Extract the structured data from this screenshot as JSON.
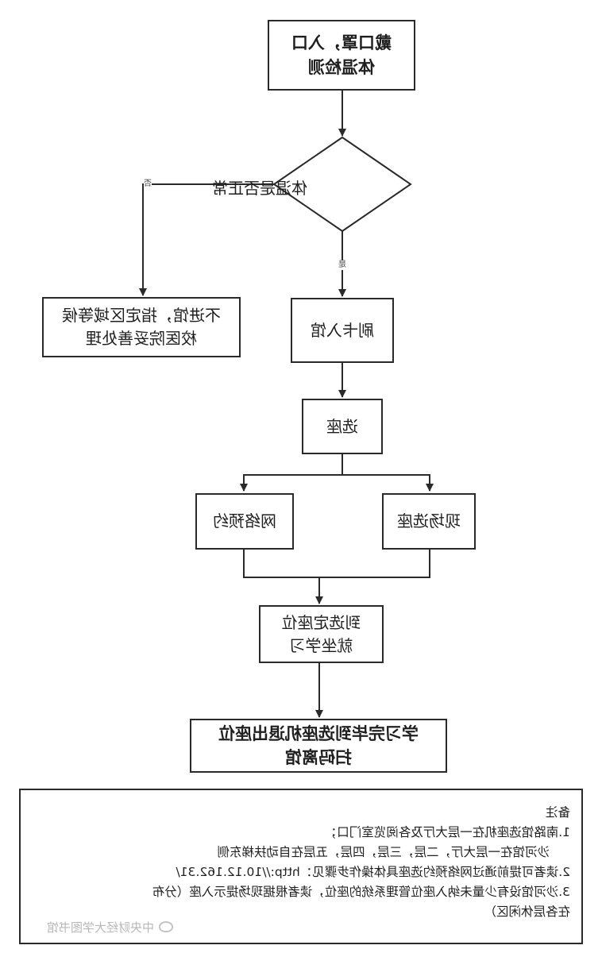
{
  "flowchart": {
    "start": {
      "line1": "戴口罩，入口",
      "line2": "体温检测"
    },
    "decision": {
      "label": "体温是否正常"
    },
    "edges": {
      "no_label": "否",
      "yes_label": "是"
    },
    "reject": {
      "line1": "不进馆，指定区域等候",
      "line2": "校医院妥善处理"
    },
    "swipe_card": {
      "label": "刷卡入馆"
    },
    "choose_seat": {
      "label": "选座"
    },
    "online_reservation": {
      "label": "网络预约"
    },
    "onsite_selection": {
      "label": "现场选座"
    },
    "go_to_seat": {
      "line1": "到选定座位",
      "line2": "就坐学习"
    },
    "exit": {
      "line1": "学习完毕到选座机退出座位",
      "line2": "扫码离馆"
    }
  },
  "notes": {
    "title": "备注",
    "line1": "1.南路馆选座机在一层大厅及各阅览室门口；",
    "line2": "沙河馆在一层大厅，二层，三层，四层，五层在自动扶梯东侧",
    "line3": "2.读者可提前通过网络预约选座具体操作步骤见：http://10.12.162.31/",
    "line4": "3.沙河馆设有少量未纳入座位管理系统的座位，读者根据现场提示入座（分布",
    "line5": "在各层休闲区）"
  },
  "watermark": {
    "text": "中央财经大学图书馆"
  }
}
